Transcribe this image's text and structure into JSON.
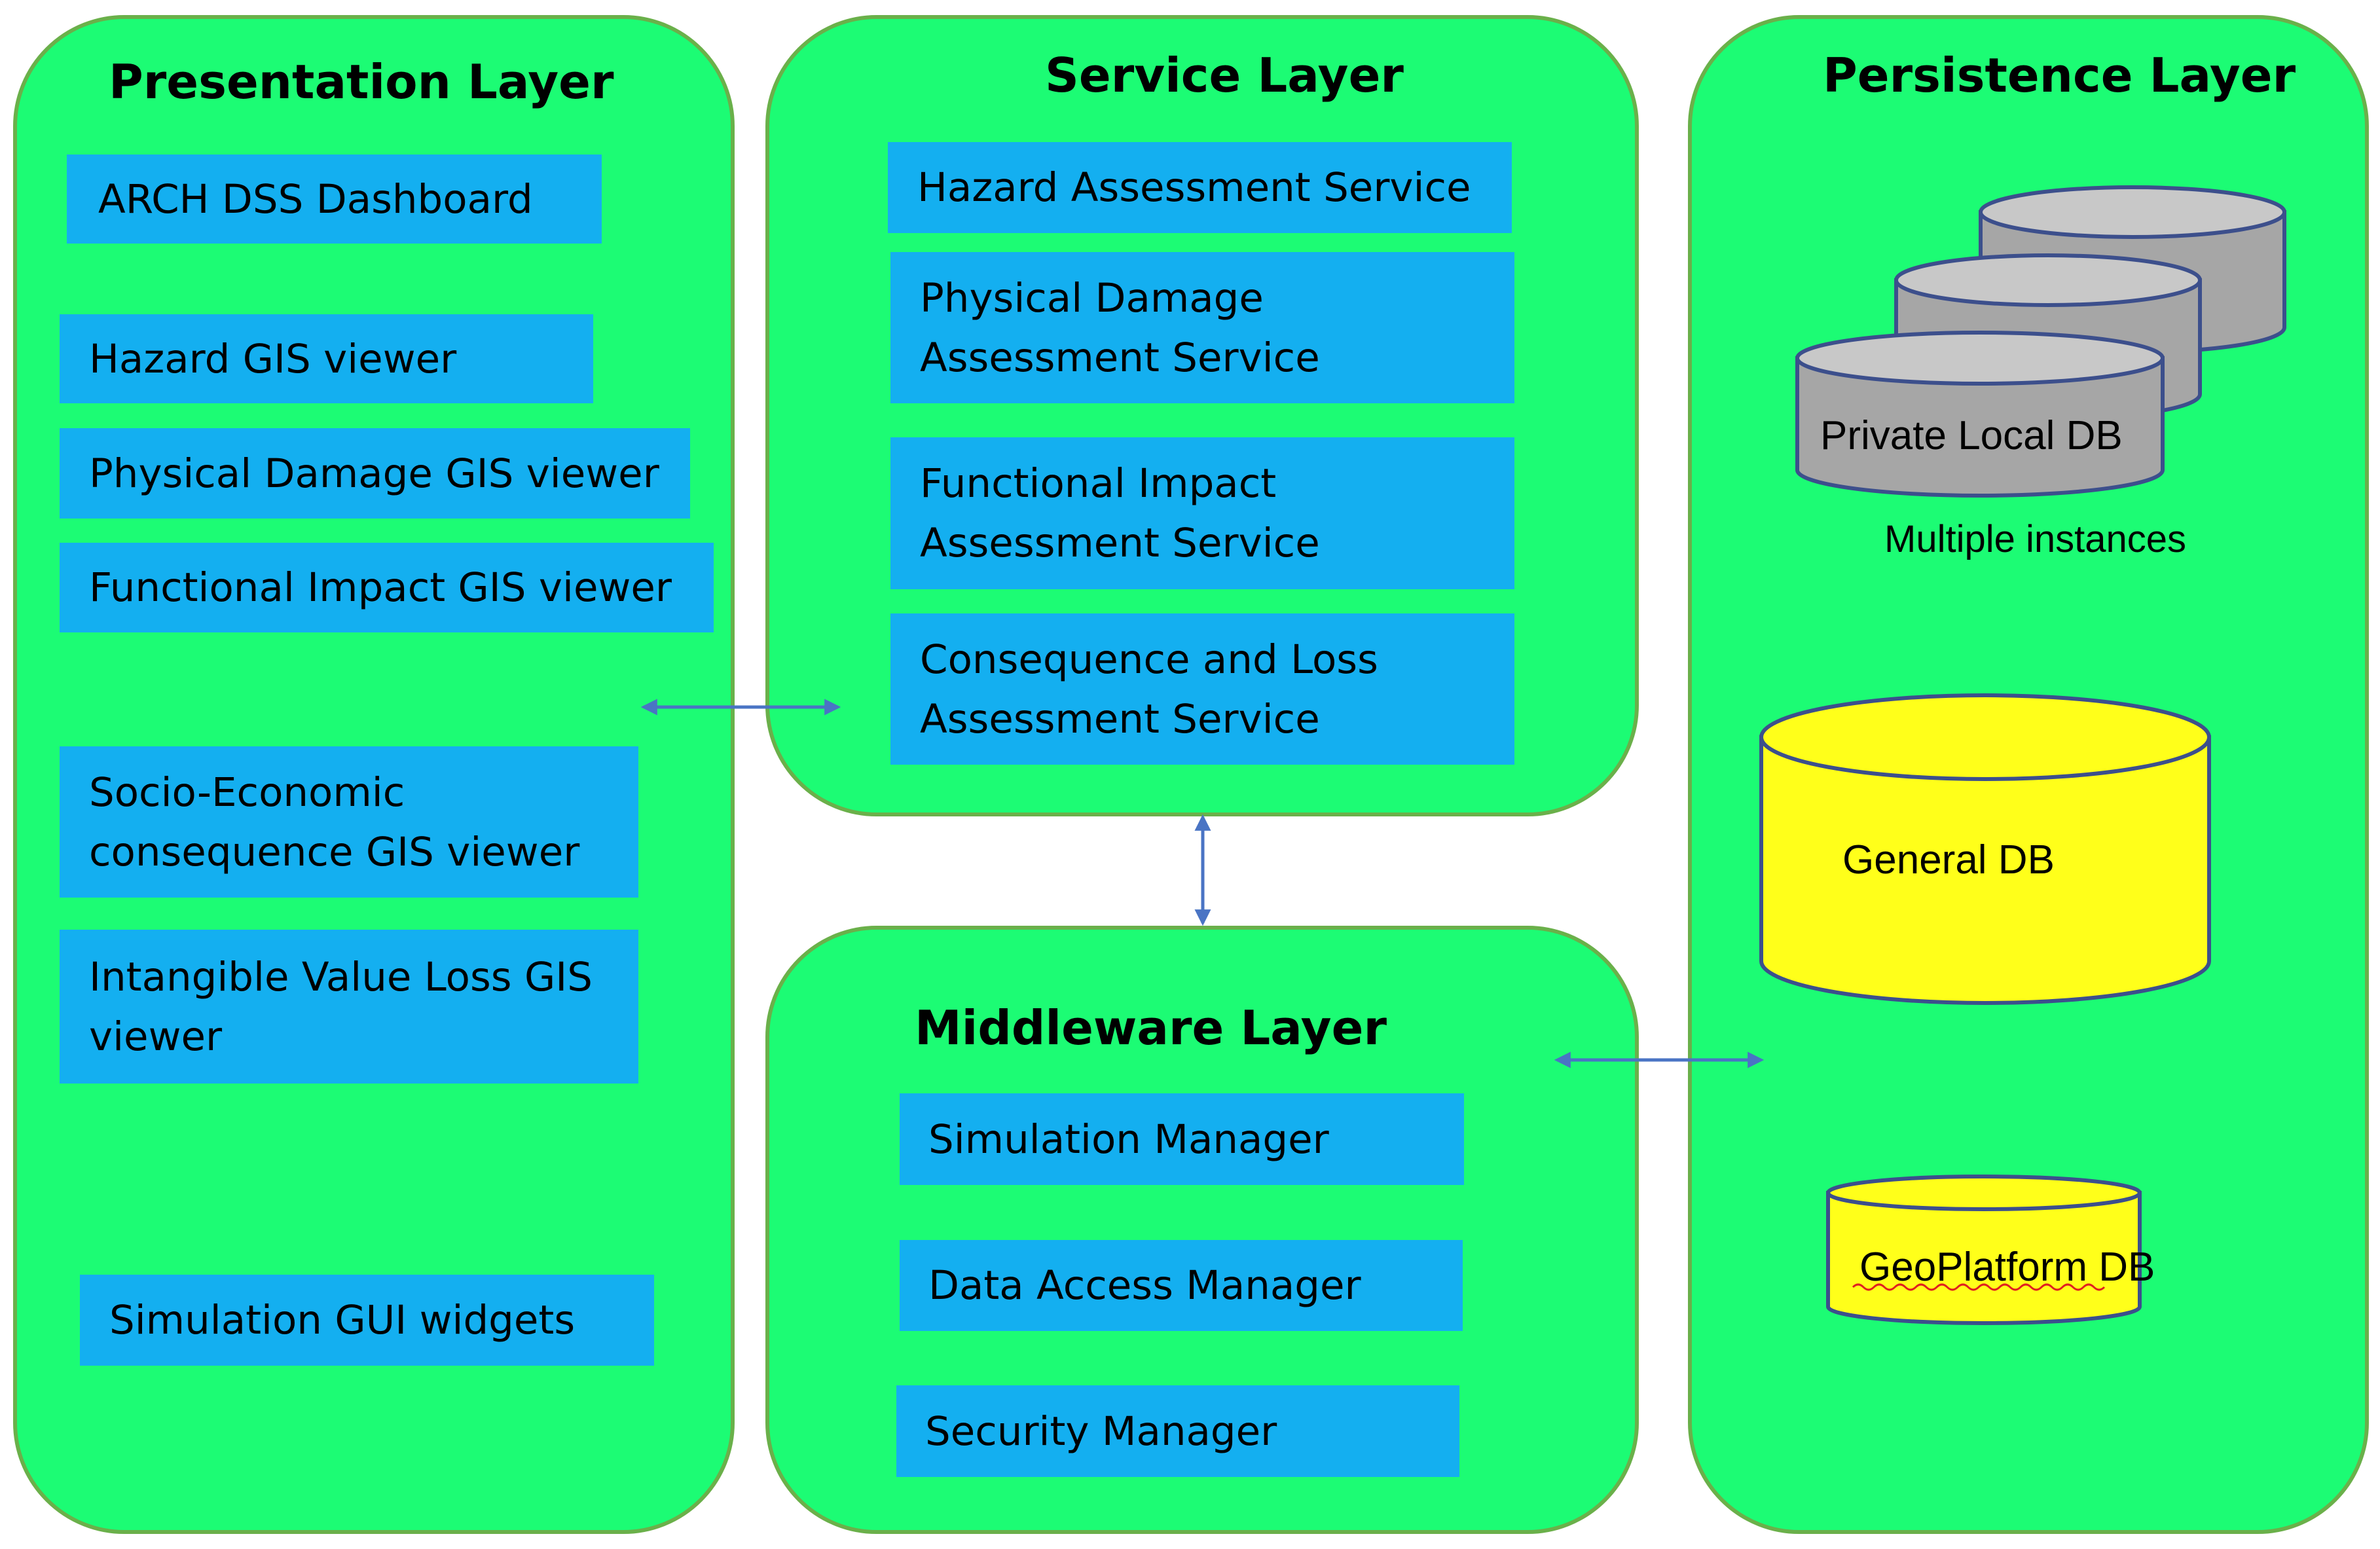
{
  "presentation": {
    "title": "Presentation Layer",
    "items": [
      {
        "lines": [
          "ARCH DSS Dashboard"
        ]
      },
      {
        "lines": [
          "Hazard GIS viewer"
        ]
      },
      {
        "lines": [
          "Physical Damage GIS viewer"
        ]
      },
      {
        "lines": [
          "Functional Impact GIS viewer"
        ]
      },
      {
        "lines": [
          "Socio-Economic",
          "consequence GIS viewer"
        ]
      },
      {
        "lines": [
          "Intangible Value Loss GIS",
          "viewer"
        ]
      },
      {
        "lines": [
          "Simulation GUI widgets"
        ]
      }
    ]
  },
  "service": {
    "title": "Service Layer",
    "items": [
      {
        "lines": [
          "Hazard Assessment Service"
        ]
      },
      {
        "lines": [
          "Physical Damage",
          "Assessment Service"
        ]
      },
      {
        "lines": [
          "Functional Impact",
          "Assessment Service"
        ]
      },
      {
        "lines": [
          "Consequence and Loss",
          "Assessment Service"
        ]
      }
    ]
  },
  "middleware": {
    "title": "Middleware Layer",
    "items": [
      {
        "lines": [
          "Simulation Manager"
        ]
      },
      {
        "lines": [
          "Data Access Manager"
        ]
      },
      {
        "lines": [
          "Security Manager"
        ]
      }
    ]
  },
  "persistence": {
    "title": "Persistence Layer",
    "private_db": "Private Local DB",
    "multiple_instances": "Multiple instances",
    "general_db": "General DB",
    "geoplatform_db": "GeoPlatform DB"
  },
  "colors": {
    "layer_fill": "#1cfc74",
    "layer_border": "#6ab04a",
    "box_fill": "#14aff0",
    "private_db_fill": "#a6a6a6",
    "general_db_fill": "#ffff1a",
    "db_outline": "#3c4f8c",
    "arrow": "#4a74c4"
  }
}
